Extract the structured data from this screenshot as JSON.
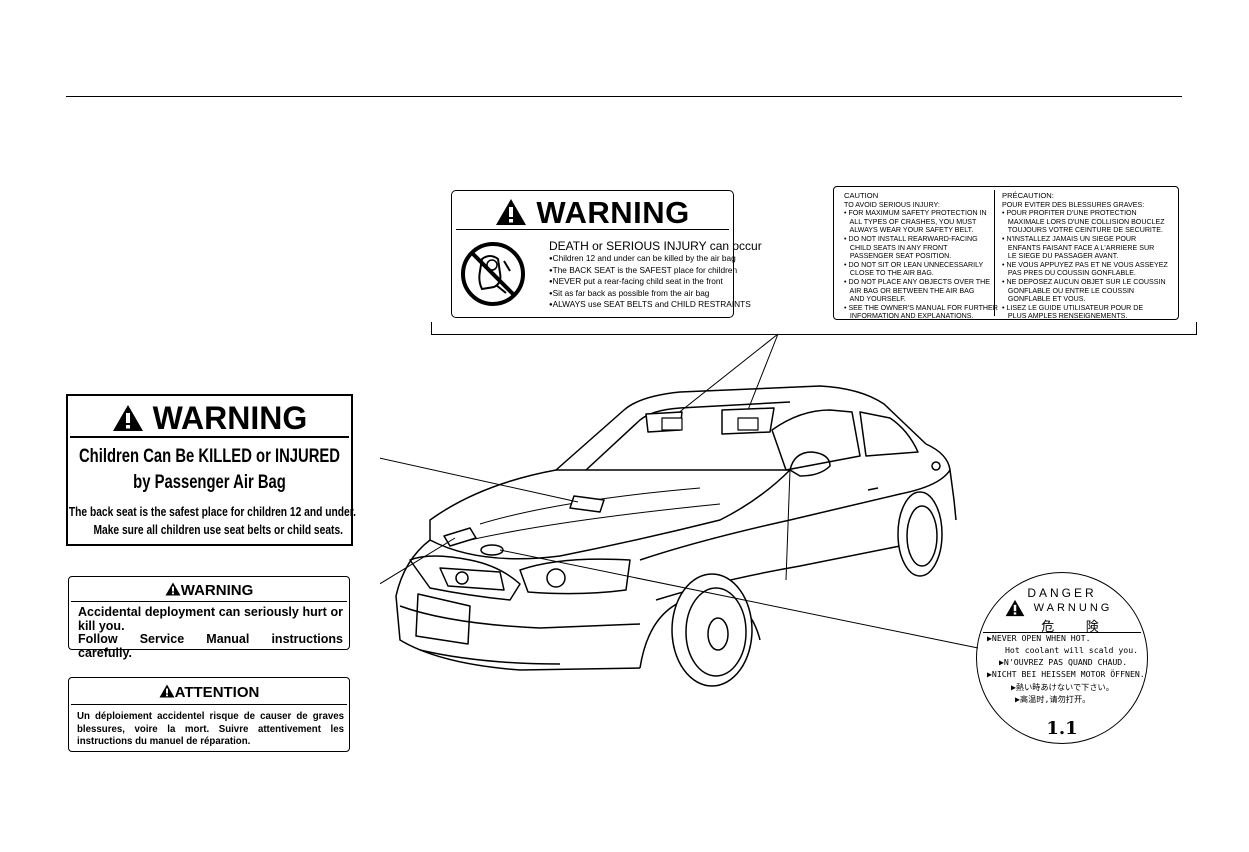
{
  "visor_warning": {
    "title": "WARNING",
    "headline": "DEATH or SERIOUS INJURY can occur",
    "bullets": [
      "Children 12 and under can be killed by the air bag",
      "The BACK SEAT is the SAFEST place for children",
      "NEVER put a rear-facing child seat in the front",
      "Sit as far back as possible from the air bag",
      "ALWAYS use SEAT BELTS and CHILD RESTRAINTS"
    ],
    "icon": "no-rear-facing-child-seat-icon"
  },
  "caution_label": {
    "en": [
      "CAUTION",
      "TO AVOID SERIOUS INJURY:",
      "• FOR MAXIMUM SAFETY PROTECTION IN",
      "   ALL TYPES OF CRASHES, YOU MUST",
      "   ALWAYS WEAR YOUR SAFETY BELT.",
      "• DO NOT INSTALL REARWARD-FACING",
      "   CHILD SEATS IN ANY FRONT",
      "   PASSENGER SEAT POSITION.",
      "• DO NOT SIT OR LEAN UNNECESSARILY",
      "   CLOSE TO THE AIR BAG.",
      "• DO NOT PLACE ANY OBJECTS OVER THE",
      "   AIR BAG OR BETWEEN THE AIR BAG",
      "   AND YOURSELF.",
      "• SEE THE OWNER'S MANUAL FOR FURTHER",
      "   INFORMATION AND EXPLANATIONS."
    ],
    "fr": [
      "PRÉCAUTION:",
      "POUR EVITER DES BLESSURES GRAVES:",
      "• POUR PROFITER D'UNE PROTECTION",
      "   MAXIMALE LORS D'UNE COLLISION BOUCLEZ",
      "   TOUJOURS VOTRE CEINTURE DE SECURITE.",
      "• N'INSTALLEZ JAMAIS UN SIEGE POUR",
      "   ENFANTS FAISANT FACE A L'ARRIERE SUR",
      "   LE SIEGE DU PASSAGER AVANT.",
      "• NE VOUS APPUYEZ PAS ET NE VOUS ASSEYEZ",
      "   PAS PRES DU COUSSIN GONFLABLE.",
      "• NE DEPOSEZ AUCUN OBJET SUR LE COUSSIN",
      "   GONFLABLE OU ENTRE LE COUSSIN",
      "   GONFLABLE ET VOUS.",
      "• LISEZ LE GUIDE UTILISATEUR POUR DE",
      "   PLUS AMPLES RENSEIGNEMENTS."
    ]
  },
  "hood_warning": {
    "title": "WARNING",
    "line1": "Children Can Be KILLED or INJURED",
    "line2": "by Passenger Air Bag",
    "line3": "The back seat is the safest place for children 12 and under.",
    "line4": "Make sure all children use seat belts or child seats."
  },
  "airbag_warning": {
    "title": "WARNING",
    "line1": "Accidental deployment can seriously hurt or",
    "line2": "kill you.",
    "line3": "Follow Service Manual instructions carefully."
  },
  "airbag_attention": {
    "title": "ATTENTION",
    "body": "Un déploiement accidentel risque de causer de graves blessures, voire la mort. Suivre attentivement les instructions du manuel de réparation."
  },
  "radiator_cap": {
    "danger": "DANGER",
    "warnung": "WARNUNG",
    "kiken": "危 険",
    "lines": [
      "▶NEVER OPEN WHEN HOT.",
      "Hot coolant will scald you.",
      "▶N'OUVREZ PAS QUAND CHAUD.",
      "▶NICHT BEI HEISSEM MOTOR ÖFFNEN.",
      "▶熱い時あけないで下さい。",
      "▶高温时,请勿打开。"
    ],
    "rating": "1.1"
  }
}
